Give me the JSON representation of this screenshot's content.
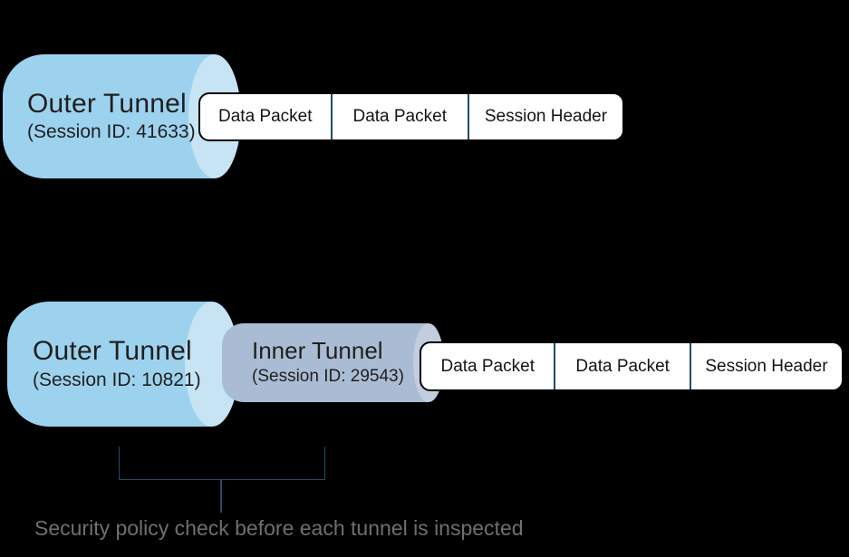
{
  "colors": {
    "background": "#000000",
    "outer_tunnel_body": "#9DD2EE",
    "outer_tunnel_cap": "#C6E4F4",
    "inner_tunnel_body": "#AABCD3",
    "inner_tunnel_cap": "#C3CDE0",
    "packet_divider": "#1F4E6A",
    "bracket_line": "#1F4E6A",
    "caption_text": "#6F6F6F",
    "tunnel_text": "#1F1F1F"
  },
  "top_diagram": {
    "tunnel": {
      "title": "Outer Tunnel",
      "subtitle": "(Session ID: 41633)"
    },
    "packets": [
      {
        "label": "Data Packet"
      },
      {
        "label": "Data Packet"
      },
      {
        "label": "Session Header"
      }
    ]
  },
  "bottom_diagram": {
    "outer_tunnel": {
      "title": "Outer Tunnel",
      "subtitle": "(Session ID: 10821)"
    },
    "inner_tunnel": {
      "title": "Inner Tunnel",
      "subtitle": "(Session ID: 29543)"
    },
    "packets": [
      {
        "label": "Data Packet"
      },
      {
        "label": "Data Packet"
      },
      {
        "label": "Session Header"
      }
    ]
  },
  "caption": "Security policy check before each tunnel is inspected"
}
